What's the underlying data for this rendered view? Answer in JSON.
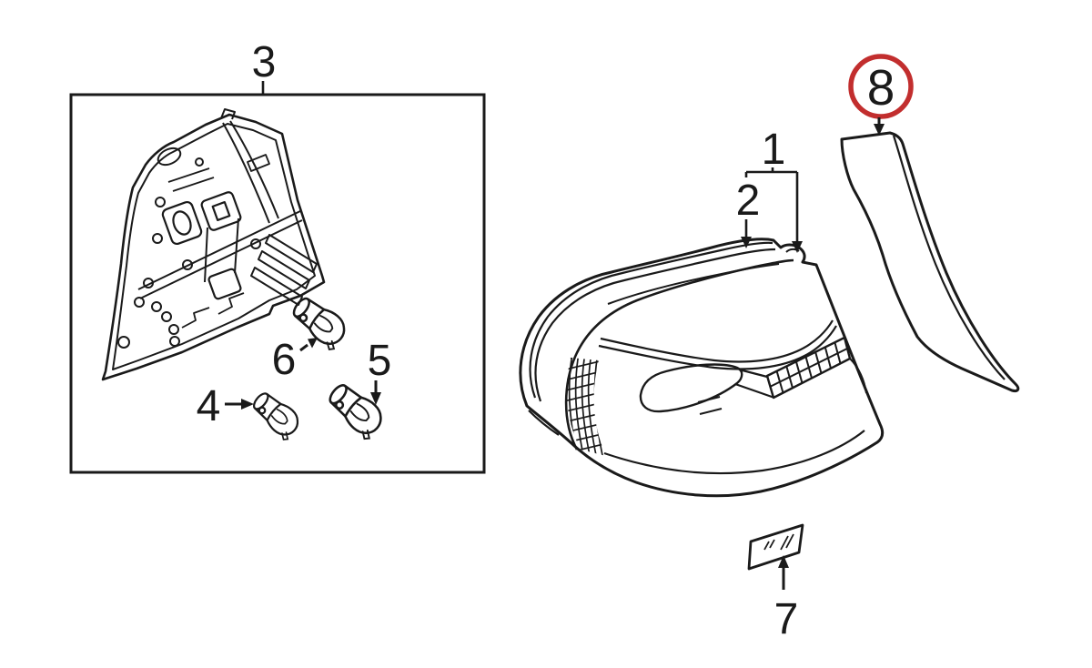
{
  "diagram": {
    "background": "#ffffff",
    "line_color": "#1a1a1a",
    "highlight": {
      "part": "8",
      "color": "#c22e2e"
    },
    "callouts": {
      "c1": "1",
      "c2": "2",
      "c3": "3",
      "c4": "4",
      "c5": "5",
      "c6": "6",
      "c7": "7",
      "c8": "8"
    }
  }
}
